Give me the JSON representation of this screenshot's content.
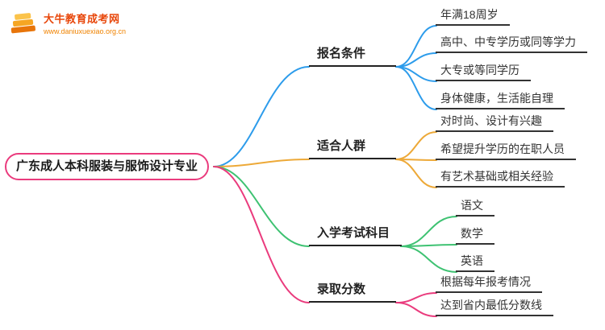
{
  "logo": {
    "title": "大牛教育成考网",
    "url": "www.daniuxuexiao.org.cn",
    "icon": "stacked-books-icon",
    "colors": {
      "title": "#e8470b",
      "url": "#f08300",
      "icon": "#f6a623"
    }
  },
  "root": {
    "label": "广东成人本科服装与服饰设计专业",
    "border_color": "#ea3b7d"
  },
  "branches": [
    {
      "label": "报名条件",
      "color": "#2d9ceb",
      "children": [
        "年满18周岁",
        "高中、中专学历或同等学力",
        "大专或等同学历",
        "身体健康，生活能自理"
      ]
    },
    {
      "label": "适合人群",
      "color": "#eda938",
      "children": [
        "对时尚、设计有兴趣",
        "希望提升学历的在职人员",
        "有艺术基础或相关经验"
      ]
    },
    {
      "label": "入学考试科目",
      "color": "#3ec272",
      "children": [
        "语文",
        "数学",
        "英语"
      ]
    },
    {
      "label": "录取分数",
      "color": "#ea3b7d",
      "children": [
        "根据每年报考情况",
        "达到省内最低分数线"
      ]
    }
  ]
}
